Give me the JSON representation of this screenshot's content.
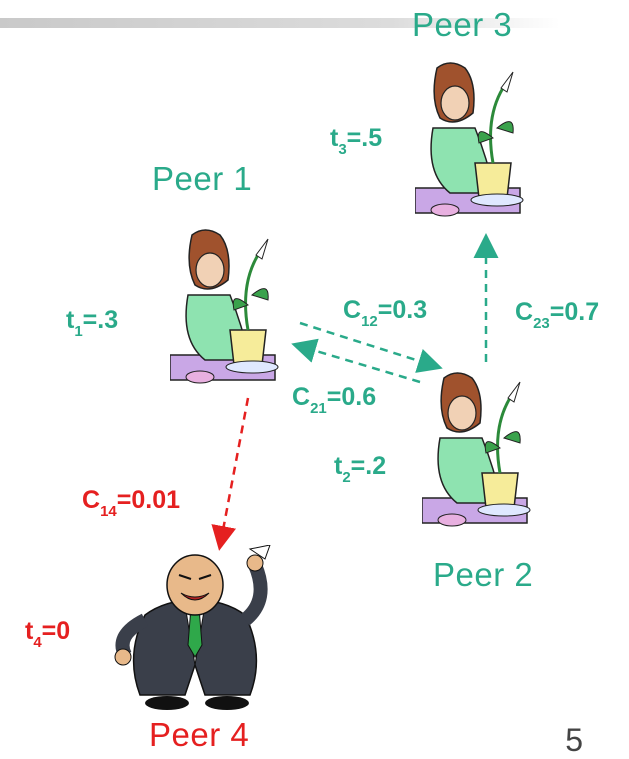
{
  "peers": {
    "p1": {
      "label": "Peer 1",
      "trust_var": "t",
      "trust_sub": "1",
      "trust_val": "=.3"
    },
    "p2": {
      "label": "Peer 2",
      "trust_var": "t",
      "trust_sub": "2",
      "trust_val": "=.2"
    },
    "p3": {
      "label": "Peer 3",
      "trust_var": "t",
      "trust_sub": "3",
      "trust_val": "=.5"
    },
    "p4": {
      "label": "Peer 4",
      "trust_var": "t",
      "trust_sub": "4",
      "trust_val": "=0"
    }
  },
  "edges": {
    "c12": {
      "var": "C",
      "sub": "12",
      "val": "=0.3"
    },
    "c21": {
      "var": "C",
      "sub": "21",
      "val": "=0.6"
    },
    "c23": {
      "var": "C",
      "sub": "23",
      "val": "=0.7"
    },
    "c14": {
      "var": "C",
      "sub": "14",
      "val": "=0.01"
    }
  },
  "colors": {
    "good": "#2aaa8a",
    "bad": "#e52020"
  },
  "page_number": "5"
}
